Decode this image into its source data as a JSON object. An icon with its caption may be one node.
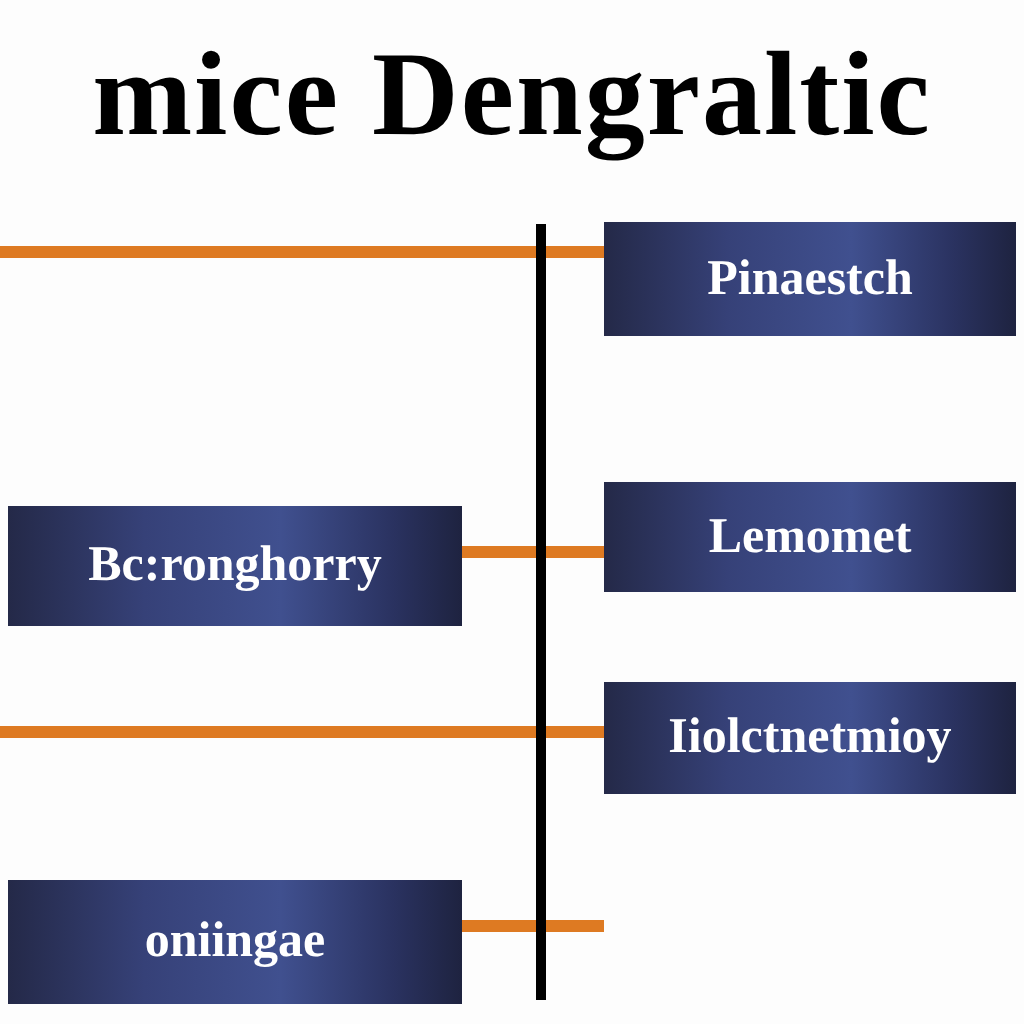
{
  "diagram": {
    "title": "mice Dengraltic",
    "nodes": [
      {
        "text": [
          "Pinaestch"
        ]
      },
      {
        "text": [
          "Lemomet"
        ]
      },
      {
        "text": [
          "Bc:ronghorry"
        ]
      },
      {
        "text": [
          "Iiolctnetmioy"
        ]
      },
      {
        "text": [
          "oniingae"
        ]
      }
    ],
    "edges": [
      {
        "from": null,
        "to": 0,
        "arrow": "none"
      },
      {
        "from": 2,
        "to": 1,
        "arrow": "none"
      },
      {
        "from": null,
        "to": 3,
        "arrow": "none"
      },
      {
        "from": 4,
        "to": null,
        "arrow": "none"
      }
    ]
  }
}
